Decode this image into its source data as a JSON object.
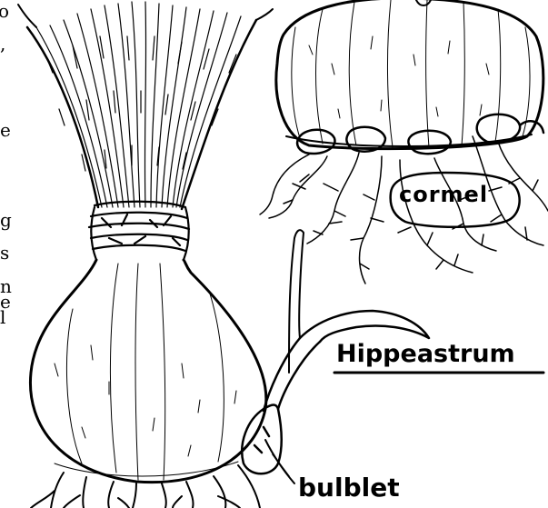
{
  "labels": {
    "cormel": "cormel",
    "hippeastrum": "Hippeastrum",
    "bulblet": "bulblet"
  },
  "margin_fragments": [
    "o",
    ",",
    "e",
    "g",
    "s",
    "n",
    "e",
    "l"
  ]
}
